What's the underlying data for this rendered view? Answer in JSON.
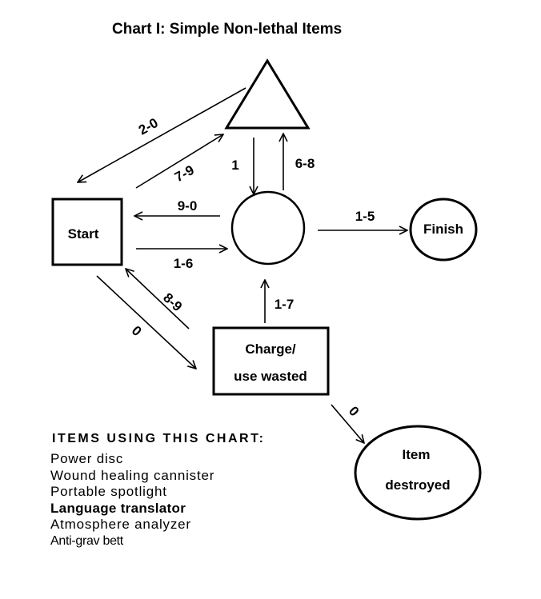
{
  "title": "Chart I: Simple Non-lethal Items",
  "nodes": {
    "triangle": {
      "shape": "triangle",
      "label": ""
    },
    "center": {
      "shape": "circle",
      "label": ""
    },
    "start": {
      "shape": "square",
      "label": "Start"
    },
    "finish": {
      "shape": "circle",
      "label": "Finish"
    },
    "charge": {
      "shape": "rectangle",
      "label_line1": "Charge/",
      "label_line2": "use wasted"
    },
    "destroyed": {
      "shape": "circle",
      "label_line1": "Item",
      "label_line2": "destroyed"
    }
  },
  "edges": [
    {
      "id": "triangle-to-start",
      "from": "triangle",
      "to": "start",
      "label": "2-0"
    },
    {
      "id": "start-to-triangle",
      "from": "start",
      "to": "triangle",
      "label": "7-9"
    },
    {
      "id": "triangle-to-center",
      "from": "triangle",
      "to": "center",
      "label": "1"
    },
    {
      "id": "center-to-triangle",
      "from": "center",
      "to": "triangle",
      "label": "6-8"
    },
    {
      "id": "center-to-start",
      "from": "center",
      "to": "start",
      "label": "9-0"
    },
    {
      "id": "start-to-center",
      "from": "start",
      "to": "center",
      "label": "1-6"
    },
    {
      "id": "center-to-finish",
      "from": "center",
      "to": "finish",
      "label": "1-5"
    },
    {
      "id": "charge-to-start",
      "from": "charge",
      "to": "start",
      "label": "8-9"
    },
    {
      "id": "start-to-charge",
      "from": "start",
      "to": "charge",
      "label": "0"
    },
    {
      "id": "charge-to-center",
      "from": "charge",
      "to": "center",
      "label": "1-7"
    },
    {
      "id": "charge-to-destroyed",
      "from": "charge",
      "to": "destroyed",
      "label": "0"
    }
  ],
  "items": {
    "heading": "ITEMS USING THIS CHART:",
    "list": [
      "Power disc",
      "Wound healing cannister",
      "Portable spotlight",
      "Language translator",
      "Atmosphere analyzer",
      "Anti-grav bett"
    ]
  }
}
